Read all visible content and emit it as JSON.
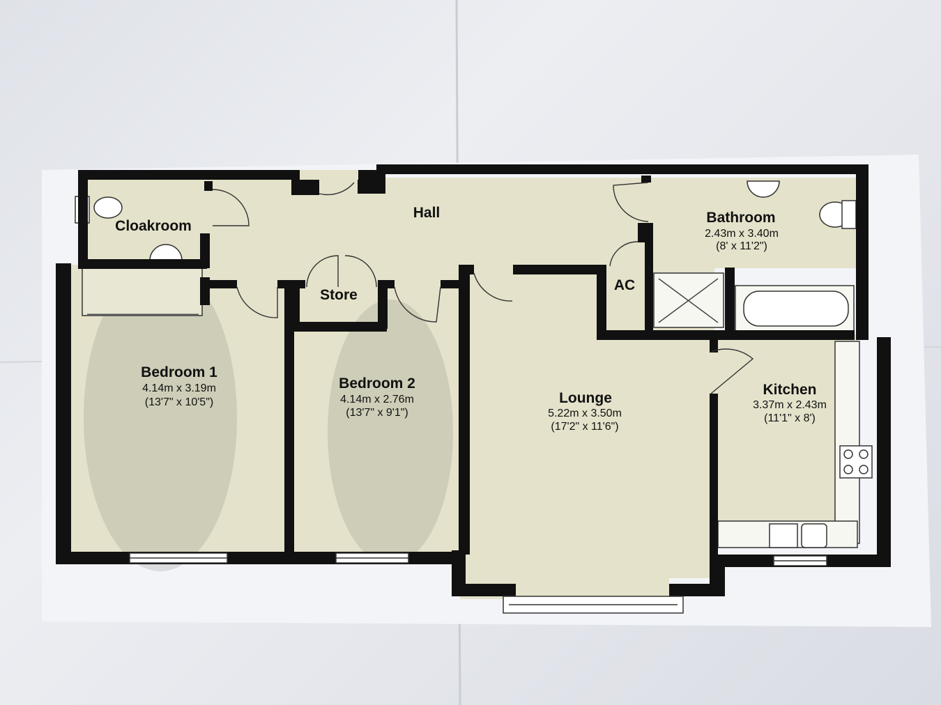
{
  "rooms": {
    "cloakroom": {
      "name": "Cloakroom"
    },
    "hall": {
      "name": "Hall"
    },
    "store": {
      "name": "Store"
    },
    "ac": {
      "name": "AC"
    },
    "bathroom": {
      "name": "Bathroom",
      "metric": "2.43m x 3.40m",
      "imperial": "(8' x 11'2\")"
    },
    "bedroom1": {
      "name": "Bedroom 1",
      "metric": "4.14m x 3.19m",
      "imperial": "(13'7\" x 10'5\")"
    },
    "bedroom2": {
      "name": "Bedroom 2",
      "metric": "4.14m x 2.76m",
      "imperial": "(13'7\" x 9'1\")"
    },
    "lounge": {
      "name": "Lounge",
      "metric": "5.22m x 3.50m",
      "imperial": "(17'2\" x 11'6\")"
    },
    "kitchen": {
      "name": "Kitchen",
      "metric": "3.37m x 2.43m",
      "imperial": "(11'1\" x 8')"
    }
  },
  "colors": {
    "wall": "#111111",
    "floor": "#e4e2ca",
    "paper": "#f3f4f8",
    "fixture": "#ffffff"
  }
}
